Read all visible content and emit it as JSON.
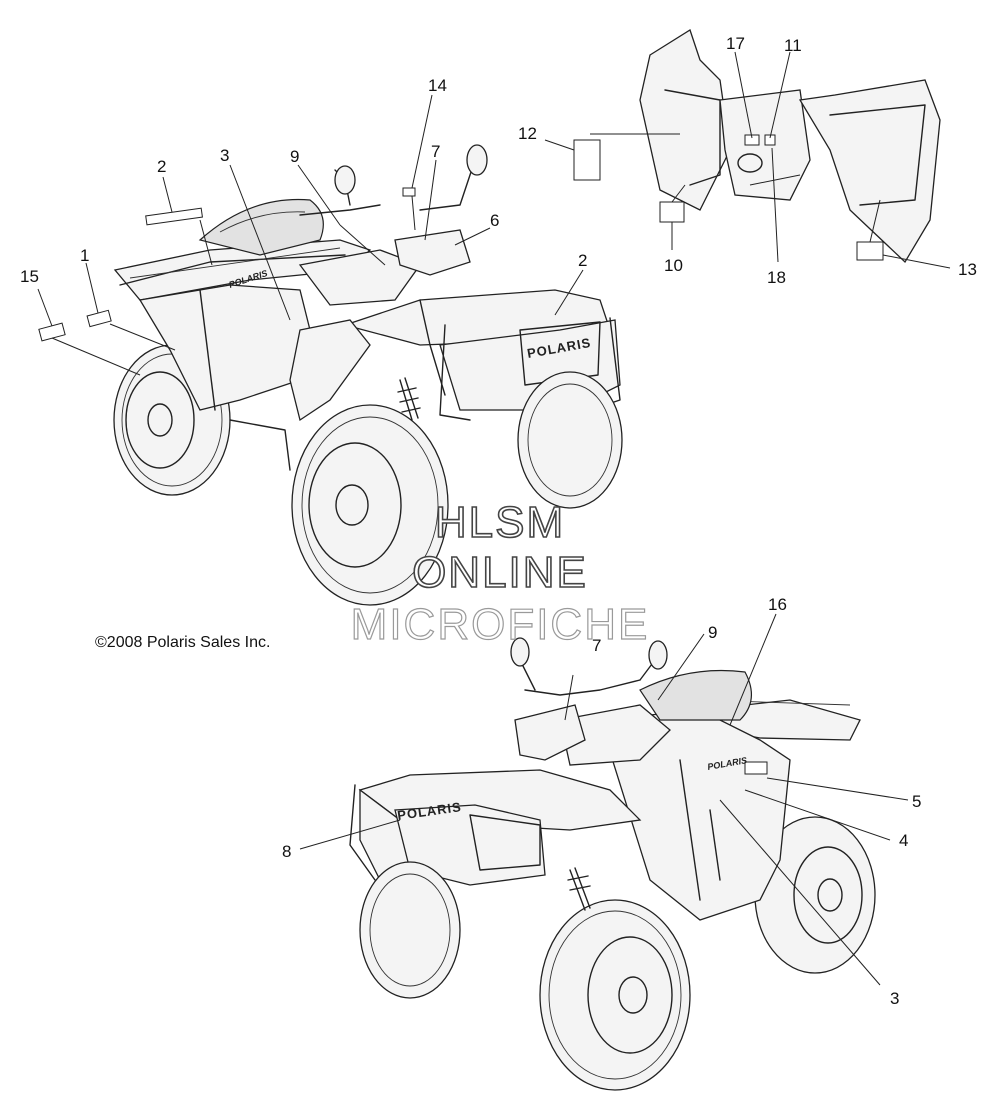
{
  "copyright": "©2008 Polaris Sales Inc.",
  "watermark": {
    "line1": "HLSM",
    "line2": "ONLINE",
    "line3": "MICROFICHE"
  },
  "brand": {
    "front_grille": "POLARIS",
    "side_decal": "POLARIS"
  },
  "callouts": {
    "c1": "1",
    "c2a": "2",
    "c2b": "2",
    "c3a": "3",
    "c3b": "3",
    "c4": "4",
    "c5": "5",
    "c6": "6",
    "c7a": "7",
    "c7b": "7",
    "c8": "8",
    "c9a": "9",
    "c9b": "9",
    "c10": "10",
    "c11": "11",
    "c12": "12",
    "c13": "13",
    "c14": "14",
    "c15": "15",
    "c16": "16",
    "c17": "17",
    "c18": "18"
  }
}
